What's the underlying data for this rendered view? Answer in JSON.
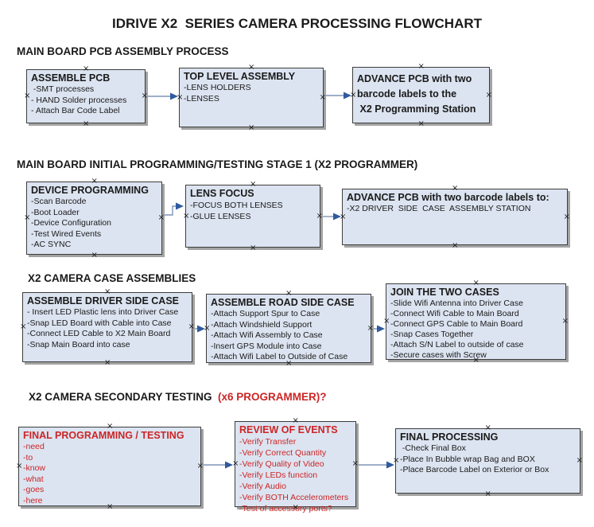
{
  "title": "IDRIVE X2  SERIES CAMERA PROCESSING FLOWCHART",
  "handle_glyph": "×",
  "colors": {
    "box_fill": "#dce4f1",
    "box_border": "#3d3d3d",
    "box_shadow": "#a3a3a3",
    "red_accent": "#cc2525",
    "arrow_line": "#7f93b8",
    "arrow_head": "#2f5a9e"
  },
  "sections": [
    {
      "heading": "MAIN BOARD PCB ASSEMBLY PROCESS",
      "boxes": [
        {
          "title": "ASSEMBLE PCB",
          "items": [
            " -SMT processes",
            "- HAND Solder processes",
            "- Attach Bar Code Label"
          ]
        },
        {
          "title": "TOP LEVEL ASSEMBLY",
          "items": [
            "-LENS HOLDERS",
            "-LENSES"
          ]
        },
        {
          "title": "ADVANCE PCB with two\nbarcode labels to the\n X2 Programming Station",
          "items": []
        }
      ]
    },
    {
      "heading": "MAIN BOARD INITIAL PROGRAMMING/TESTING STAGE 1 (X2 PROGRAMMER)",
      "boxes": [
        {
          "title": "DEVICE PROGRAMMING",
          "items": [
            "-Scan Barcode",
            "-Boot Loader",
            "-Device Configuration",
            "-Test Wired Events",
            "-AC SYNC"
          ]
        },
        {
          "title": "LENS FOCUS",
          "items": [
            "-FOCUS BOTH LENSES",
            "-GLUE LENSES"
          ]
        },
        {
          "title": "ADVANCE PCB with two barcode labels to:",
          "items": [
            "-X2 DRIVER  SIDE  CASE  ASSEMBLY STATION"
          ]
        }
      ]
    },
    {
      "heading": "X2 CAMERA CASE ASSEMBLIES",
      "boxes": [
        {
          "title": "ASSEMBLE DRIVER SIDE CASE",
          "items": [
            "- Insert LED Plastic lens into Driver Case",
            "-Snap LED Board with Cable into Case",
            "-Connect LED Cable to X2 Main Board",
            "-Snap Main Board into case"
          ]
        },
        {
          "title": "ASSEMBLE ROAD SIDE CASE",
          "items": [
            "-Attach Support Spur to Case",
            "-Attach Windshield Support",
            "-Attach Wifi Assembly to Case",
            "-Insert GPS Module into Case",
            "-Attach Wifi Label to Outside of Case"
          ]
        },
        {
          "title": "JOIN THE TWO CASES",
          "items": [
            "-Slide Wifi Antenna into Driver Case",
            "-Connect Wifi Cable to Main Board",
            "-Connect GPS Cable to Main Board",
            "-Snap Cases Together",
            "-Attach S/N Label to outside of case",
            "-Secure cases with Screw"
          ]
        }
      ]
    },
    {
      "heading": "X2 CAMERA SECONDARY TESTING ",
      "heading_red": " (x6 PROGRAMMER)?",
      "boxes": [
        {
          "title": "FINAL PROGRAMMING / TESTING",
          "items": [
            "-need",
            "-to",
            "-know",
            "-what",
            "-goes",
            "-here"
          ]
        },
        {
          "title": "REVIEW OF EVENTS",
          "items": [
            "-Verify Transfer",
            "-Verify Correct Quantity",
            "-Verify Quality of Video",
            "-Verify LEDs function",
            "-Verify Audio",
            "-Verify BOTH Accelerometers",
            "-Test of accessory ports?"
          ]
        },
        {
          "title": "FINAL PROCESSING",
          "items": [
            " -Check Final Box",
            "-Place In Bubble wrap Bag and BOX",
            "-Place Barcode Label on Exterior or Box"
          ]
        }
      ]
    }
  ]
}
